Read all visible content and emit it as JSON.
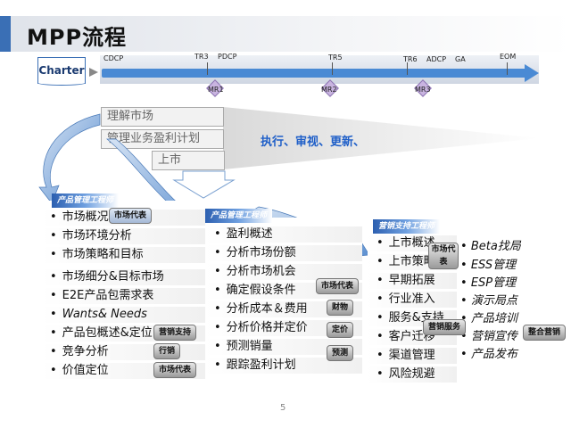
{
  "title": "MPP流程",
  "charter": "Charter",
  "milestones": [
    "CDCP",
    "TR3",
    "PDCP",
    "TR5",
    "TR6",
    "ADCP",
    "GA",
    "EOM"
  ],
  "mr": [
    "MR1",
    "MR2",
    "MR3"
  ],
  "flow_boxes": {
    "understand": "理解市场",
    "manage": "管理业务盈利计划",
    "launch": "上市"
  },
  "exec_text": "执行、审视、更新、",
  "panel1": {
    "header": "产品管理工程师",
    "items": [
      "市场概况",
      "市场环境分析",
      "市场策略和目标",
      "市场细分&目标市场",
      "E2E产品包需求表",
      "Wants&  Needs",
      "产品包概述&定位",
      "竞争分析",
      "价值定位"
    ],
    "tags": [
      "市场代表",
      "营销支持",
      "行销",
      "市场代表"
    ]
  },
  "panel2": {
    "header": "产品管理工程师",
    "items": [
      "盈利概述",
      "分析市场份额",
      "分析市场机会",
      "确定假设条件",
      "分析成本＆费用",
      "分析价格并定价",
      "预测销量",
      "跟踪盈利计划"
    ],
    "tags": [
      "市场代表",
      "财物",
      "定价",
      "预测"
    ]
  },
  "panel3": {
    "header": "营销支持工程师",
    "items_left": [
      "上市概述",
      "上市策略",
      "早期拓展",
      "行业准入",
      "服务&支持",
      "客户迁移",
      "渠道管理",
      "风险规避"
    ],
    "items_right": [
      "Beta找局",
      "ESS管理",
      "ESP管理",
      "演示局点",
      "产品培训",
      "营销宣传",
      "产品发布"
    ],
    "tags": [
      "市场代表",
      "营销服务",
      "整合营销"
    ]
  },
  "page_number": "5"
}
